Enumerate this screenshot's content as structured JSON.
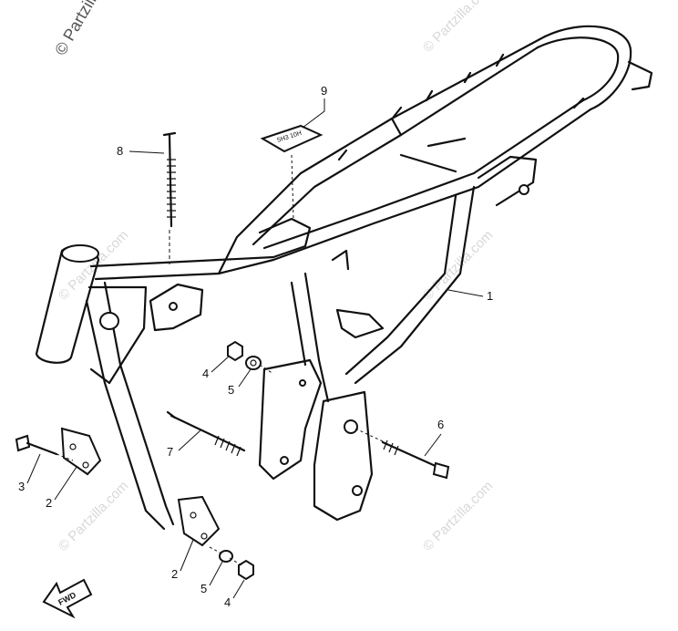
{
  "watermarks": {
    "copyright": "© Partzilla.com",
    "site": "© Partzilla.com"
  },
  "callouts": {
    "p1": "1",
    "p2a": "2",
    "p2b": "2",
    "p3": "3",
    "p4a": "4",
    "p4b": "4",
    "p5a": "5",
    "p5b": "5",
    "p6": "6",
    "p7": "7",
    "p8": "8",
    "p9": "9"
  },
  "label_plate": {
    "text": "5H3 10H"
  },
  "fwd_arrow": {
    "text": "FWD"
  }
}
